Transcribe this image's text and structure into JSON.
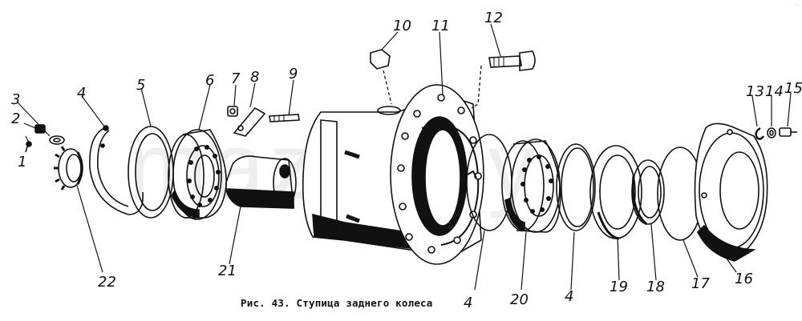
{
  "figure": {
    "caption": "Рис. 43. Ступица заднего колеса",
    "watermark": "mazjz.by",
    "corner_mark": "·-"
  },
  "labels": {
    "p1": "1",
    "p2": "2",
    "p3": "3",
    "p4a": "4",
    "p5": "5",
    "p6": "6",
    "p7": "7",
    "p8": "8",
    "p9": "9",
    "p10": "10",
    "p11": "11",
    "p12": "12",
    "p13": "13",
    "p14": "14",
    "p15": "15",
    "p16": "16",
    "p17": "17",
    "p18": "18",
    "p19": "19",
    "p20": "20",
    "p4b": "4",
    "p4c": "4",
    "p21": "21",
    "p22": "22"
  },
  "colors": {
    "ink": "#111111",
    "shade": "#2a2a2a",
    "paper": "#ffffff"
  }
}
